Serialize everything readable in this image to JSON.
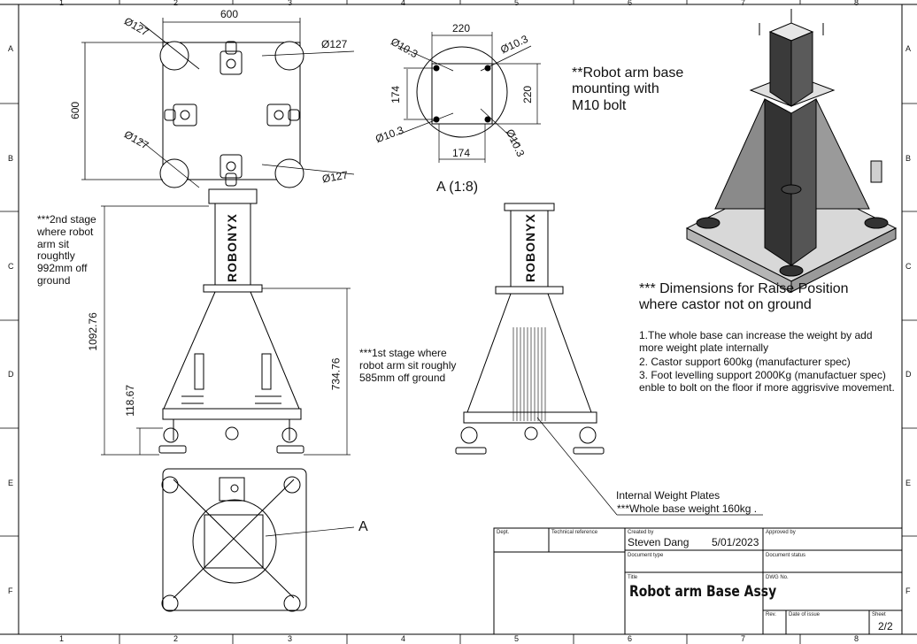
{
  "zone_columns": [
    "1",
    "2",
    "3",
    "4",
    "5",
    "6",
    "7",
    "8"
  ],
  "zone_rows": [
    "A",
    "B",
    "C",
    "D",
    "E",
    "F"
  ],
  "top_view": {
    "width_dim": "600",
    "height_dim": "600",
    "hole_labels": [
      "Ø127",
      "Ø127",
      "Ø127",
      "Ø127"
    ]
  },
  "detail_view": {
    "title": "A (1:8)",
    "dim_top": "220",
    "dim_bottom": "174",
    "dim_left": "174",
    "dim_right": "220",
    "hole_labels": [
      "Ø10.3",
      "Ø10.3",
      "Ø10.3",
      "Ø10.3"
    ]
  },
  "front_view": {
    "dim_total": "1092.76",
    "dim_raise": "734.76",
    "dim_base": "118.67"
  },
  "notes": {
    "robot_arm_mount": "**Robot arm base mounting with M10 bolt",
    "second_stage": "***2nd stage where robot arm sit roughtly 992mm off ground",
    "first_stage": "***1st stage where robot arm sit roughly 585mm off ground",
    "dimensions_heading": "*** Dimensions for Raise Position where castor not on ground",
    "spec_1": "1.The whole base can increase the weight by add more weight plate internally",
    "spec_2": "2. Castor support 600kg (manufacturer spec)",
    "spec_3": "3. Foot levelling support 2000Kg (manufactuer spec) enble to bolt on the floor if more aggrisvive movement.",
    "internal_plates": "Internal Weight Plates",
    "base_weight": "***Whole base weight 160kg ."
  },
  "plan_view": {
    "callout": "A"
  },
  "pillar_text": "ROBONYX",
  "title_block": {
    "dept_label": "Dept.",
    "tech_ref_label": "Technical reference",
    "created_by_label": "Created by",
    "created_by": "Steven Dang",
    "created_date": "5/01/2023",
    "approved_by_label": "Approved by",
    "doc_type_label": "Document type",
    "doc_status_label": "Document status",
    "title_label": "Title",
    "title": "Robot arm Base Assy",
    "dwg_no_label": "DWG No.",
    "rev_label": "Rev.",
    "date_issue_label": "Date of issue",
    "sheet_label": "Sheet",
    "sheet": "2/2"
  }
}
